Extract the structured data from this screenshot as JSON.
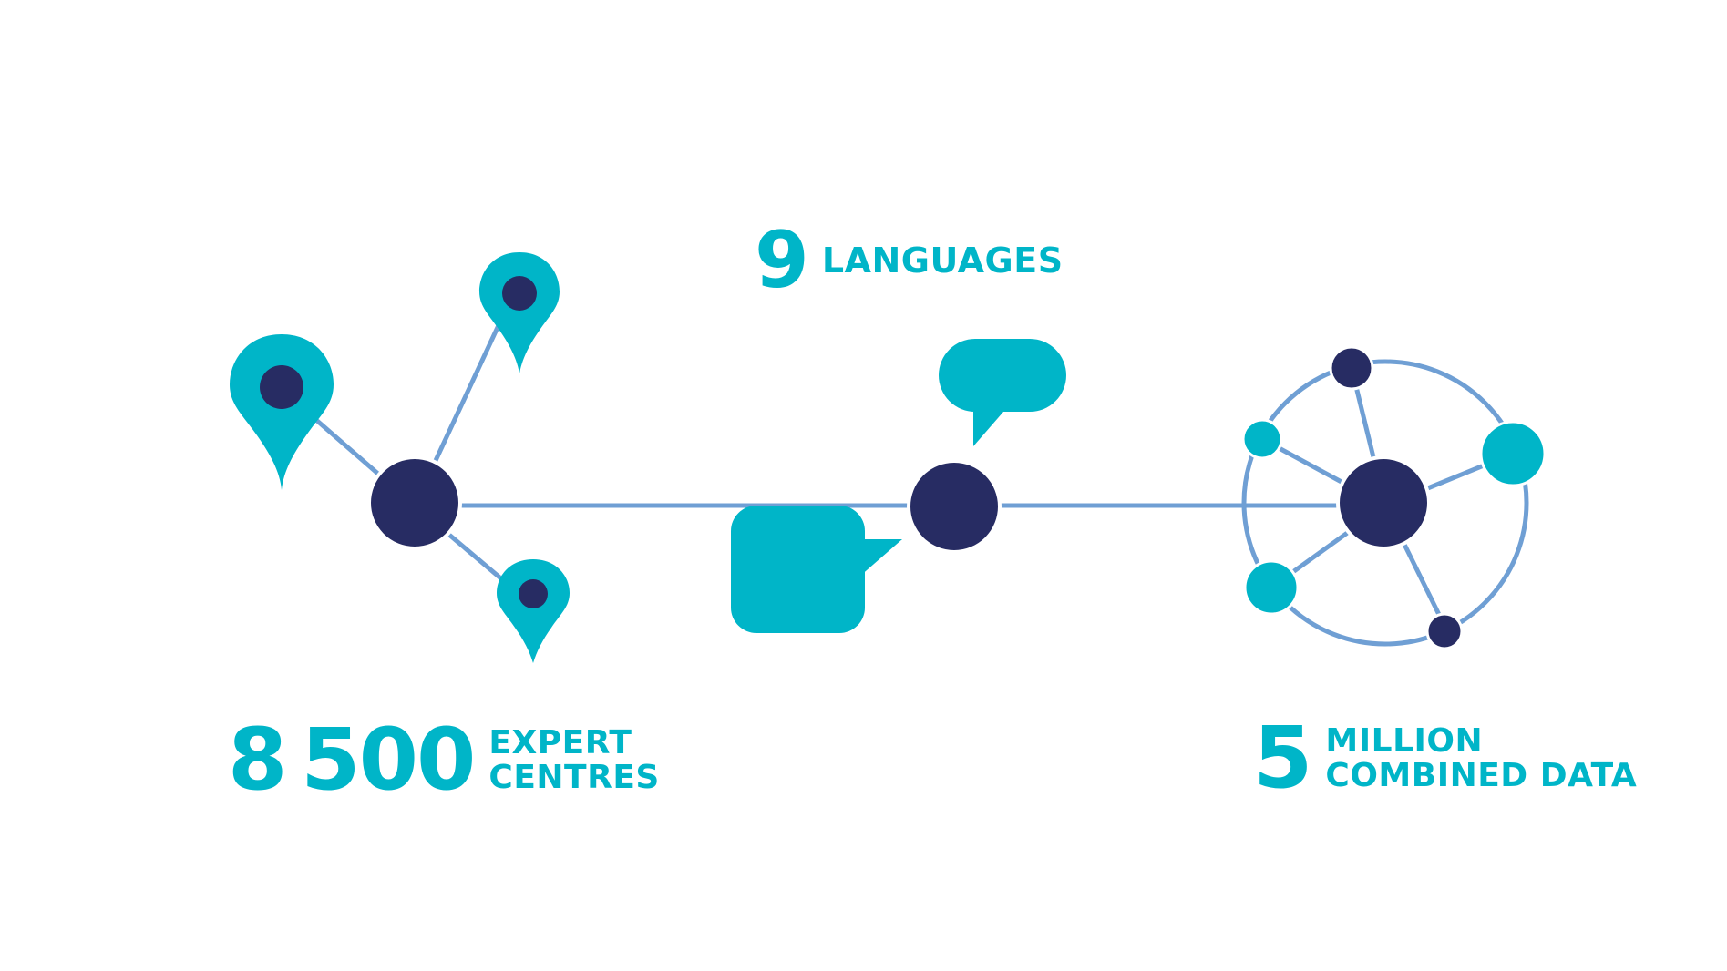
{
  "colors": {
    "teal": "#00b5c8",
    "navy": "#272c63",
    "link": "#6f9fd4",
    "background": "#ffffff"
  },
  "stats": {
    "languages": {
      "number": "9",
      "label_lines": [
        "LANGUAGES"
      ]
    },
    "centres": {
      "number": "8500",
      "label_lines": [
        "EXPERT",
        "CENTRES"
      ]
    },
    "data": {
      "number": "5",
      "label_lines": [
        "MILLION",
        "COMBINED DATA"
      ]
    }
  },
  "icons": [
    "location-pin-icon",
    "speech-bubble-icon",
    "network-globe-icon"
  ]
}
